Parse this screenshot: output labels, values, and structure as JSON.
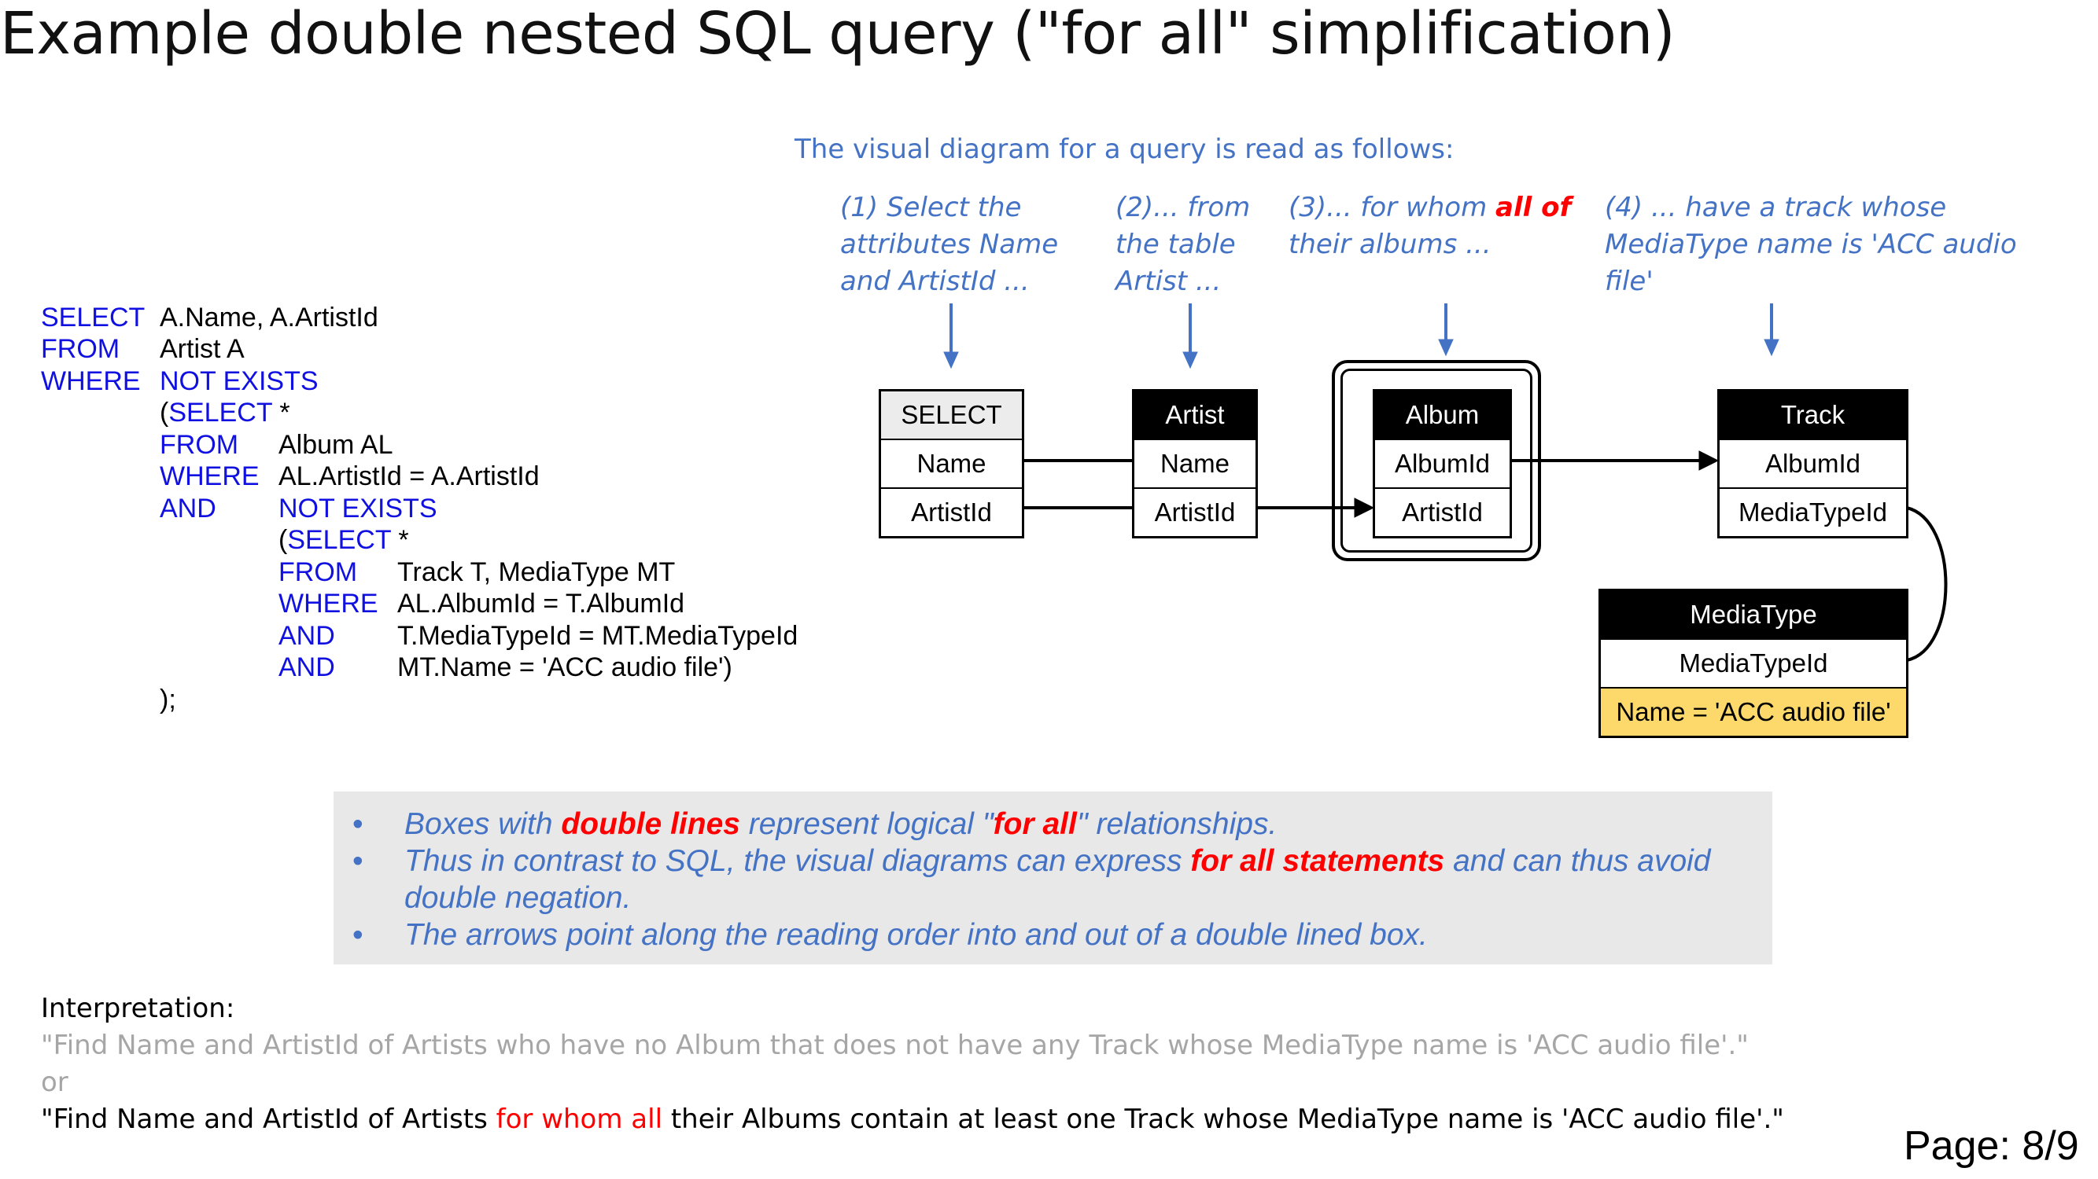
{
  "title": "Example double nested SQL query (\"for all\" simplification)",
  "sql": {
    "l1": {
      "kw": "SELECT",
      "text": "A.Name, A.ArtistId"
    },
    "l2": {
      "kw": "FROM",
      "text": "Artist A"
    },
    "l3": {
      "kw": "WHERE",
      "kw2": "NOT EXISTS"
    },
    "l4": {
      "paren": "(",
      "kw": "SELECT",
      "text": " *"
    },
    "l5": {
      "kw": "FROM",
      "text": "Album AL"
    },
    "l6": {
      "kw": "WHERE",
      "text": "AL.ArtistId = A.ArtistId"
    },
    "l7": {
      "kw": "AND",
      "kw2": "NOT EXISTS"
    },
    "l8": {
      "paren": "(",
      "kw": "SELECT",
      "text": " *"
    },
    "l9": {
      "kw": "FROM",
      "text": "Track T, MediaType MT"
    },
    "l10": {
      "kw": "WHERE",
      "text": "AL.AlbumId = T.AlbumId"
    },
    "l11": {
      "kw": "AND",
      "text": "T.MediaTypeId = MT.MediaTypeId"
    },
    "l12": {
      "kw": "AND",
      "text": "MT.Name = 'ACC audio file')"
    },
    "l13": {
      "text": ");"
    }
  },
  "diagram": {
    "intro": "The visual diagram for a query is read as follows:",
    "captions": {
      "c1": [
        "(1) Select the",
        "attributes Name",
        "and ArtistId ..."
      ],
      "c2": [
        "(2)... from",
        "the table",
        "Artist ..."
      ],
      "c3": {
        "pre": "(3)... for whom ",
        "hi": "all of",
        "line2": "their albums ..."
      },
      "c4": [
        "(4) ... have a track whose",
        "MediaType name is 'ACC audio",
        "file'"
      ]
    },
    "tables": {
      "select": {
        "header": "SELECT",
        "rows": [
          "Name",
          "ArtistId"
        ]
      },
      "artist": {
        "header": "Artist",
        "rows": [
          "Name",
          "ArtistId"
        ]
      },
      "album": {
        "header": "Album",
        "rows": [
          "AlbumId",
          "ArtistId"
        ]
      },
      "track": {
        "header": "Track",
        "rows": [
          "AlbumId",
          "MediaTypeId"
        ]
      },
      "mediatype": {
        "header": "MediaType",
        "rows": [
          "MediaTypeId",
          "Name = 'ACC audio file'"
        ]
      }
    },
    "colors": {
      "caption": "#4472c4",
      "highlight": "#ff0000",
      "keyword": "#1010e0",
      "selection": "#fdd86a"
    }
  },
  "notes": {
    "n1": {
      "pre": "Boxes with ",
      "hi1": "double lines",
      "mid": " represent logical \"",
      "hi2": "for all",
      "post": "\" relationships."
    },
    "n2": {
      "pre": "Thus in contrast to SQL, the visual diagrams can express ",
      "hi": "for all statements",
      "post": " and can thus avoid",
      "line2": "double negation."
    },
    "n3": "The arrows point along the reading order into and out of a double lined box."
  },
  "interpretation": {
    "label": "Interpretation:",
    "q1": "\"Find Name and ArtistId of Artists who have no Album that does not have any Track whose MediaType name is 'ACC audio file'.\"",
    "or": "or",
    "q2_pre": "\"Find Name and ArtistId of Artists ",
    "q2_hi": "for whom all",
    "q2_post": " their Albums contain at least one Track whose MediaType name is 'ACC audio file'.\""
  },
  "page": "Page: 8/9"
}
